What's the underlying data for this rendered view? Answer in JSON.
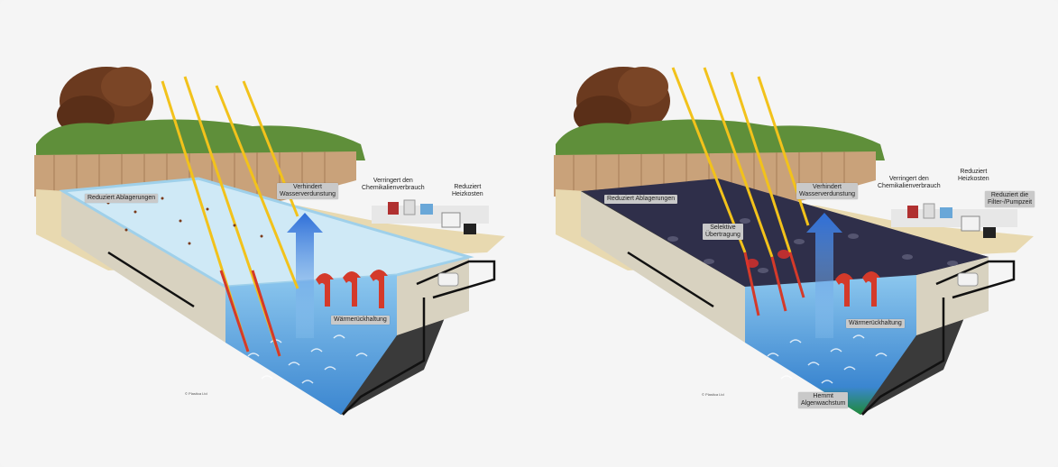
{
  "colors": {
    "background": "#f5f5f5",
    "fence": "#c9a27a",
    "hedge": "#5f8f3a",
    "tree": "#6b3a1f",
    "water_light": "#bfe3f5",
    "water_deep": "#3f8fd6",
    "cover": "#2f2f4a",
    "sun_ray": "#f2c21b",
    "heat_ray": "#d43a2a",
    "algae": "#1f8a3a"
  },
  "left_panel": {
    "labels": {
      "debris": "Reduziert Ablagerungen",
      "evaporation": "Verhindert\nWasserverdunstung",
      "chemicals": "Verringert den\nChemikalienverbrauch",
      "heating": "Reduziert\nHeizkosten",
      "heat_retention": "Wärmerückhaltung"
    },
    "credit": "© Plastica Ltd"
  },
  "right_panel": {
    "labels": {
      "debris": "Reduziert Ablagerungen",
      "evaporation": "Verhindert\nWasserverdunstung",
      "chemicals": "Verringert den\nChemikalienverbrauch",
      "heating": "Reduziert\nHeizkosten",
      "filter": "Reduziert die\nFilter-/Pumpzeit",
      "selective": "Selektive\nÜbertragung",
      "heat_retention": "Wärmerückhaltung",
      "algae": "Hemmt\nAlgenwachstum"
    },
    "credit": "© Plastica Ltd"
  }
}
